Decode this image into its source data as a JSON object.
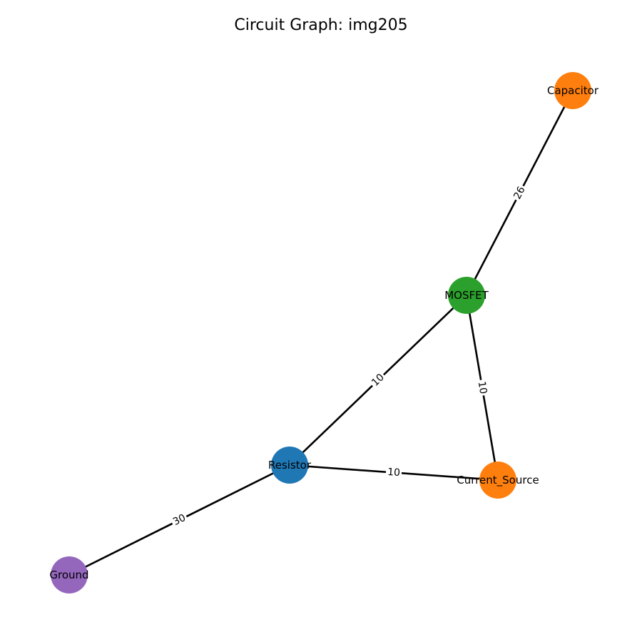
{
  "title": "Circuit Graph: img205",
  "colors": {
    "edge": "#000000",
    "label_background": "#ffffff"
  },
  "nodes": [
    {
      "id": "capacitor",
      "label": "Capacitor",
      "color": "#ff7f0e"
    },
    {
      "id": "mosfet",
      "label": "MOSFET",
      "color": "#2ca02c"
    },
    {
      "id": "resistor",
      "label": "Resistor",
      "color": "#1f77b4"
    },
    {
      "id": "current_source",
      "label": "Current_Source",
      "color": "#ff7f0e"
    },
    {
      "id": "ground",
      "label": "Ground",
      "color": "#9467bd"
    }
  ],
  "edges": [
    {
      "source": "mosfet",
      "target": "capacitor",
      "weight": "26"
    },
    {
      "source": "resistor",
      "target": "mosfet",
      "weight": "10"
    },
    {
      "source": "mosfet",
      "target": "current_source",
      "weight": "10"
    },
    {
      "source": "resistor",
      "target": "current_source",
      "weight": "10"
    },
    {
      "source": "ground",
      "target": "resistor",
      "weight": "30"
    }
  ]
}
